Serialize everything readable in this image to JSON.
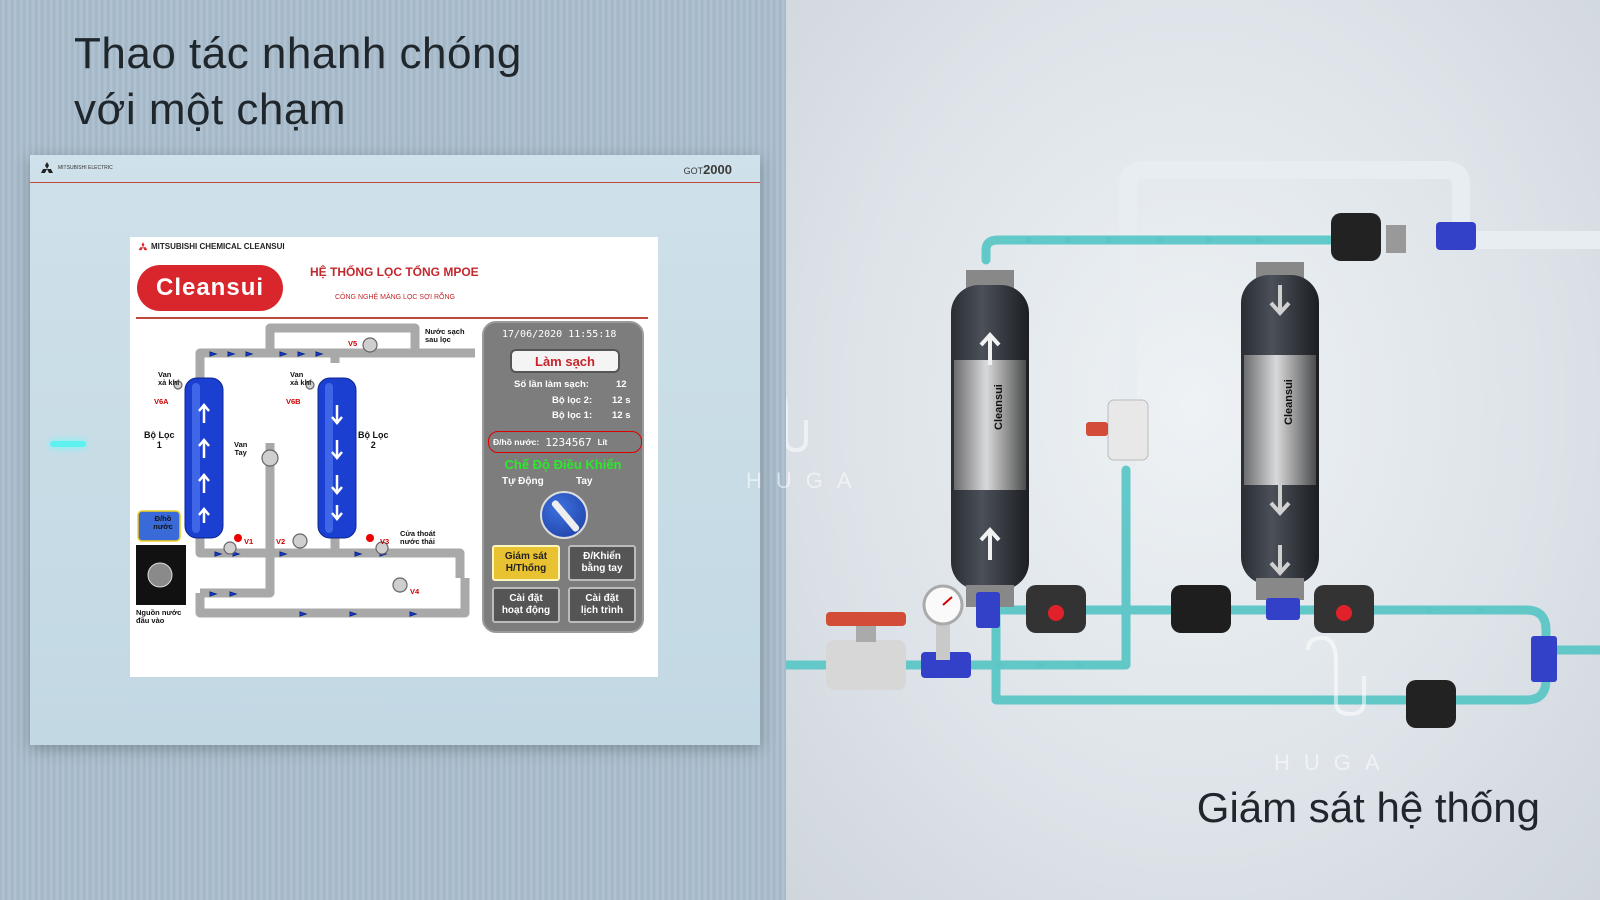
{
  "headline": {
    "line1": "Thao tác nhanh chóng",
    "line2": "với một chạm"
  },
  "bezel": {
    "brand": "MITSUBISHI ELECTRIC",
    "model_prefix": "GOT",
    "model": "2000"
  },
  "screen": {
    "company": "MITSUBISHI CHEMICAL CLEANSUI",
    "logo": "Cleansui",
    "title": "HỆ THỐNG LỌC TỔNG MPOE",
    "subtitle": "CÔNG NGHỆ MÀNG LỌC SỢI RỖNG",
    "labels": {
      "clean_water": "Nước sạch",
      "after_filter": "sau lọc",
      "vent_valve": "Van",
      "vent_valve2": "xả khí",
      "v6a": "V6A",
      "v6b": "V6B",
      "filter1": "Bộ Lọc",
      "filter1_num": "1",
      "filter2": "Bộ Lọc",
      "filter2_num": "2",
      "manual_valve": "Van",
      "manual_valve2": "Tay",
      "meter": "Đ/hồ",
      "meter2": "nước",
      "v1": "V1",
      "v2": "V2",
      "v3": "V3",
      "v4": "V4",
      "v5": "V5",
      "drain": "Cửa thoát",
      "drain2": "nước thải",
      "source": "Nguồn nước",
      "source2": "đầu vào"
    },
    "panel": {
      "datetime": "17/06/2020  11:55:18",
      "clean_button": "Làm sạch",
      "clean_count_label": "Số lần làm sạch:",
      "clean_count": "12",
      "filter2_label": "Bộ lọc 2:",
      "filter2_value": "12 s",
      "filter1_label": "Bộ lọc 1:",
      "filter1_value": "12 s",
      "flow_label": "Đ/hồ nước:",
      "flow_value": "1234567",
      "flow_unit": "Lít",
      "mode_title": "Chế Độ Điều Khiển",
      "mode_auto": "Tự Động",
      "mode_manual": "Tay",
      "buttons": [
        {
          "line1": "Giám sát",
          "line2": "H/Thống"
        },
        {
          "line1": "Đ/Khiển",
          "line2": "bằng tay"
        },
        {
          "line1": "Cài đặt",
          "line2": "hoạt động"
        },
        {
          "line1": "Cài đặt",
          "line2": "lịch trình"
        }
      ]
    }
  },
  "scene": {
    "caption": "Giám sát hệ thống",
    "watermark": "HUGA",
    "cartridge_label": "Cleansui"
  },
  "colors": {
    "pipe": "#5cc6c6",
    "accent_red": "#d9262c",
    "filter_blue": "#1b3fd0"
  }
}
